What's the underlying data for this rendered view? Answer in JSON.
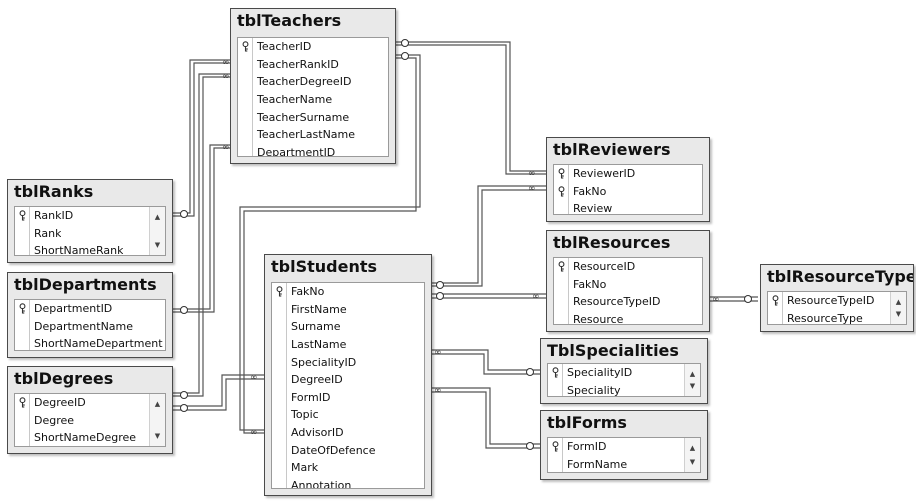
{
  "icons": {
    "primary_key": "key-icon",
    "scroll_up": "triangle-up",
    "scroll_down": "triangle-down",
    "relation_one": "key-end",
    "relation_many": "infinity-end"
  },
  "colors": {
    "table_header_bg": "#e9e9e9",
    "table_body_bg": "#ffffff",
    "relation_line": "#555555"
  },
  "tables": {
    "teachers": {
      "name": "tblTeachers",
      "columns": [
        {
          "name": "TeacherID",
          "pk": true
        },
        {
          "name": "TeacherRankID",
          "pk": false
        },
        {
          "name": "TeacherDegreeID",
          "pk": false
        },
        {
          "name": "TeacherName",
          "pk": false
        },
        {
          "name": "TeacherSurname",
          "pk": false
        },
        {
          "name": "TeacherLastName",
          "pk": false
        },
        {
          "name": "DepartmentID",
          "pk": false
        }
      ]
    },
    "ranks": {
      "name": "tblRanks",
      "columns": [
        {
          "name": "RankID",
          "pk": true
        },
        {
          "name": "Rank",
          "pk": false
        },
        {
          "name": "ShortNameRank",
          "pk": false
        }
      ]
    },
    "departments": {
      "name": "tblDepartments",
      "columns": [
        {
          "name": "DepartmentID",
          "pk": true
        },
        {
          "name": "DepartmentName",
          "pk": false
        },
        {
          "name": "ShortNameDepartment",
          "pk": false
        }
      ]
    },
    "degrees": {
      "name": "tblDegrees",
      "columns": [
        {
          "name": "DegreeID",
          "pk": true
        },
        {
          "name": "Degree",
          "pk": false
        },
        {
          "name": "ShortNameDegree",
          "pk": false
        }
      ]
    },
    "students": {
      "name": "tblStudents",
      "columns": [
        {
          "name": "FakNo",
          "pk": true
        },
        {
          "name": "FirstName",
          "pk": false
        },
        {
          "name": "Surname",
          "pk": false
        },
        {
          "name": "LastName",
          "pk": false
        },
        {
          "name": "SpecialityID",
          "pk": false
        },
        {
          "name": "DegreeID",
          "pk": false
        },
        {
          "name": "FormID",
          "pk": false
        },
        {
          "name": "Topic",
          "pk": false
        },
        {
          "name": "AdvisorID",
          "pk": false
        },
        {
          "name": "DateOfDefence",
          "pk": false
        },
        {
          "name": "Mark",
          "pk": false
        },
        {
          "name": "Annotation",
          "pk": false
        }
      ]
    },
    "reviewers": {
      "name": "tblReviewers",
      "columns": [
        {
          "name": "ReviewerID",
          "pk": true
        },
        {
          "name": "FakNo",
          "pk": true
        },
        {
          "name": "Review",
          "pk": false
        }
      ]
    },
    "resources": {
      "name": "tblResources",
      "columns": [
        {
          "name": "ResourceID",
          "pk": true
        },
        {
          "name": "FakNo",
          "pk": false
        },
        {
          "name": "ResourceTypeID",
          "pk": false
        },
        {
          "name": "Resource",
          "pk": false
        }
      ]
    },
    "resource_types": {
      "name": "tblResourceTypes",
      "columns": [
        {
          "name": "ResourceTypeID",
          "pk": true
        },
        {
          "name": "ResourceType",
          "pk": false
        }
      ]
    },
    "specialities": {
      "name": "TblSpecialities",
      "columns": [
        {
          "name": "SpecialityID",
          "pk": true
        },
        {
          "name": "Speciality",
          "pk": false
        }
      ]
    },
    "forms": {
      "name": "tblForms",
      "columns": [
        {
          "name": "FormID",
          "pk": true
        },
        {
          "name": "FormName",
          "pk": false
        }
      ]
    }
  }
}
